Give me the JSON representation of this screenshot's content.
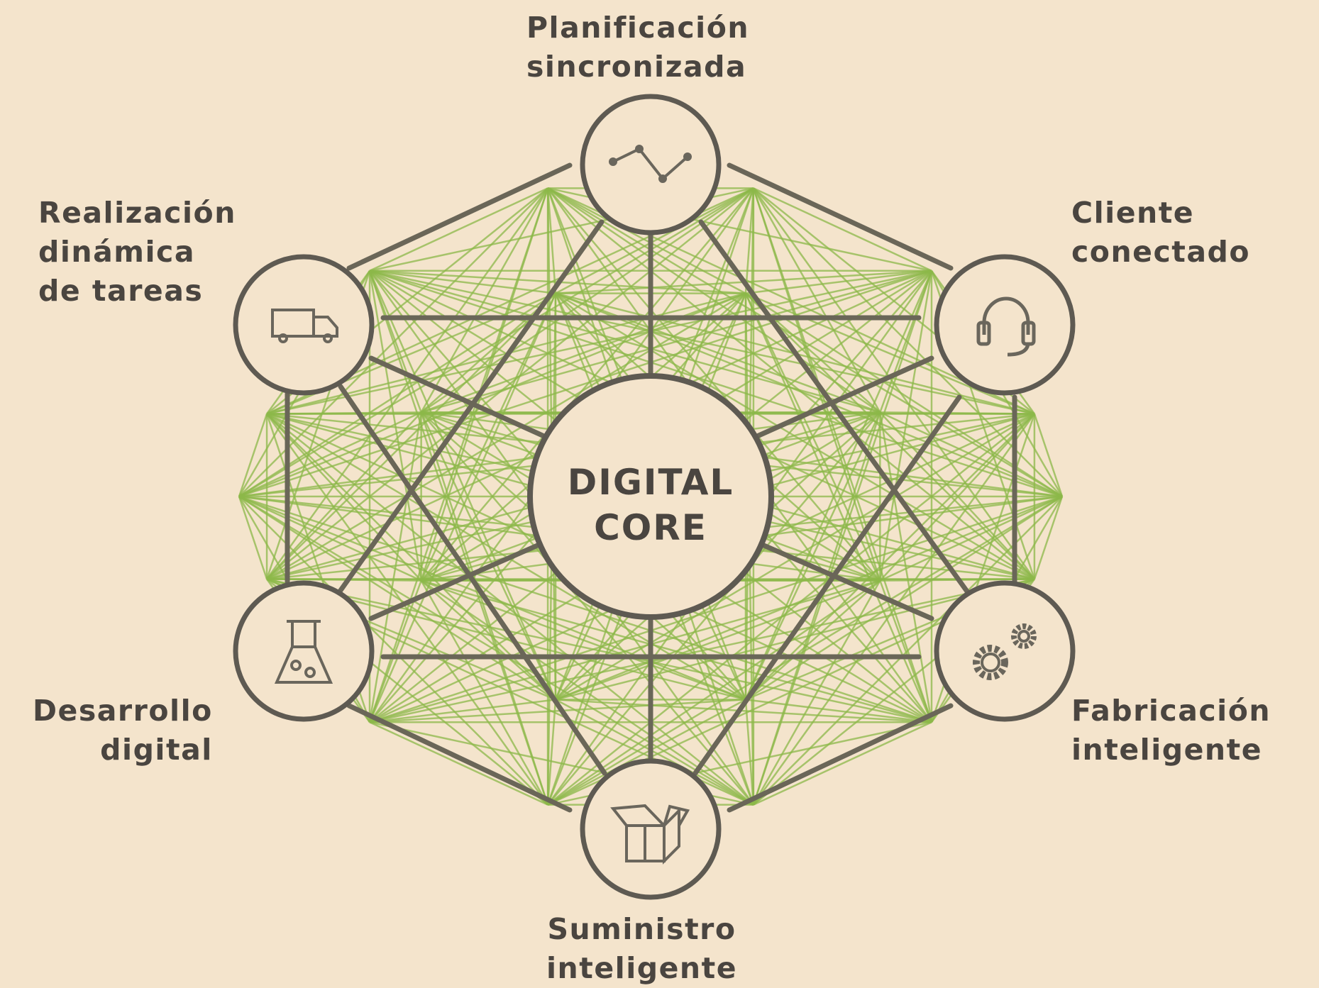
{
  "colors": {
    "background": "#f4e4cc",
    "node_stroke": "#5e5a52",
    "spoke": "#6a6658",
    "mesh": "#8cb84a"
  },
  "core": {
    "line1": "DIGITAL",
    "line2": "CORE"
  },
  "nodes": [
    {
      "id": "planificacion",
      "lines": [
        "Planificación",
        "sincronizada"
      ],
      "icon": "line-graph-icon"
    },
    {
      "id": "cliente",
      "lines": [
        "Cliente",
        "conectado"
      ],
      "icon": "headset-icon"
    },
    {
      "id": "fabricacion",
      "lines": [
        "Fabricación",
        "inteligente"
      ],
      "icon": "gears-icon"
    },
    {
      "id": "suministro",
      "lines": [
        "Suministro",
        "inteligente"
      ],
      "icon": "box-icon"
    },
    {
      "id": "desarrollo",
      "lines": [
        "Desarrollo",
        "digital"
      ],
      "icon": "flask-icon"
    },
    {
      "id": "realizacion",
      "lines": [
        "Realización",
        "dinámica",
        "de tareas"
      ],
      "icon": "truck-icon"
    }
  ]
}
